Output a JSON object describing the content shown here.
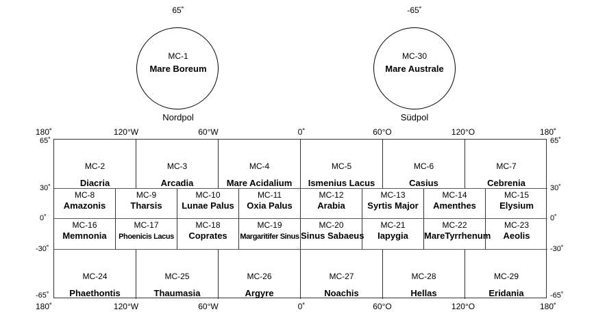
{
  "poles": [
    {
      "code": "MC-1",
      "name": "Mare Boreum",
      "lat_label": "65˚",
      "caption": "Nordpol"
    },
    {
      "code": "MC-30",
      "name": "Mare Australe",
      "lat_label": "-65˚",
      "caption": "Südpol"
    }
  ],
  "lon_labels_top": [
    "180˚",
    "120°W",
    "60°W",
    "0˚",
    "60°O",
    "120°O",
    "180˚"
  ],
  "lon_labels_bottom": [
    "180˚",
    "120°W",
    "60°W",
    "0˚",
    "60°O",
    "120°O",
    "180˚"
  ],
  "lat_labels": [
    "65˚",
    "30˚",
    "0˚",
    "-30˚",
    "-65˚"
  ],
  "rows": [
    [
      {
        "code": "MC-2",
        "name": "Diacria"
      },
      {
        "code": "MC-3",
        "name": "Arcadia"
      },
      {
        "code": "MC-4",
        "name": "Mare Acidalium"
      },
      {
        "code": "MC-5",
        "name": "Ismenius Lacus"
      },
      {
        "code": "MC-6",
        "name": "Casius"
      },
      {
        "code": "MC-7",
        "name": "Cebrenia"
      }
    ],
    [
      {
        "code": "MC-8",
        "name": "Amazonis"
      },
      {
        "code": "MC-9",
        "name": "Tharsis"
      },
      {
        "code": "MC-10",
        "name": "Lunae Palus"
      },
      {
        "code": "MC-11",
        "name": "Oxia Palus"
      },
      {
        "code": "MC-12",
        "name": "Arabia"
      },
      {
        "code": "MC-13",
        "name": "Syrtis Major"
      },
      {
        "code": "MC-14",
        "name": "Amenthes"
      },
      {
        "code": "MC-15",
        "name": "Elysium"
      }
    ],
    [
      {
        "code": "MC-16",
        "name": "Memnonia"
      },
      {
        "code": "MC-17",
        "name": "Phoenicis Lacus"
      },
      {
        "code": "MC-18",
        "name": "Coprates"
      },
      {
        "code": "MC-19",
        "name": "Margaritifer Sinus"
      },
      {
        "code": "MC-20",
        "name": "Sinus Sabaeus"
      },
      {
        "code": "MC-21",
        "name": "Iapygia"
      },
      {
        "code": "MC-22",
        "name": "MareTyrrhenum"
      },
      {
        "code": "MC-23",
        "name": "Aeolis"
      }
    ],
    [
      {
        "code": "MC-24",
        "name": "Phaethontis"
      },
      {
        "code": "MC-25",
        "name": "Thaumasia"
      },
      {
        "code": "MC-26",
        "name": "Argyre"
      },
      {
        "code": "MC-27",
        "name": "Noachis"
      },
      {
        "code": "MC-28",
        "name": "Hellas"
      },
      {
        "code": "MC-29",
        "name": "Eridania"
      }
    ]
  ]
}
